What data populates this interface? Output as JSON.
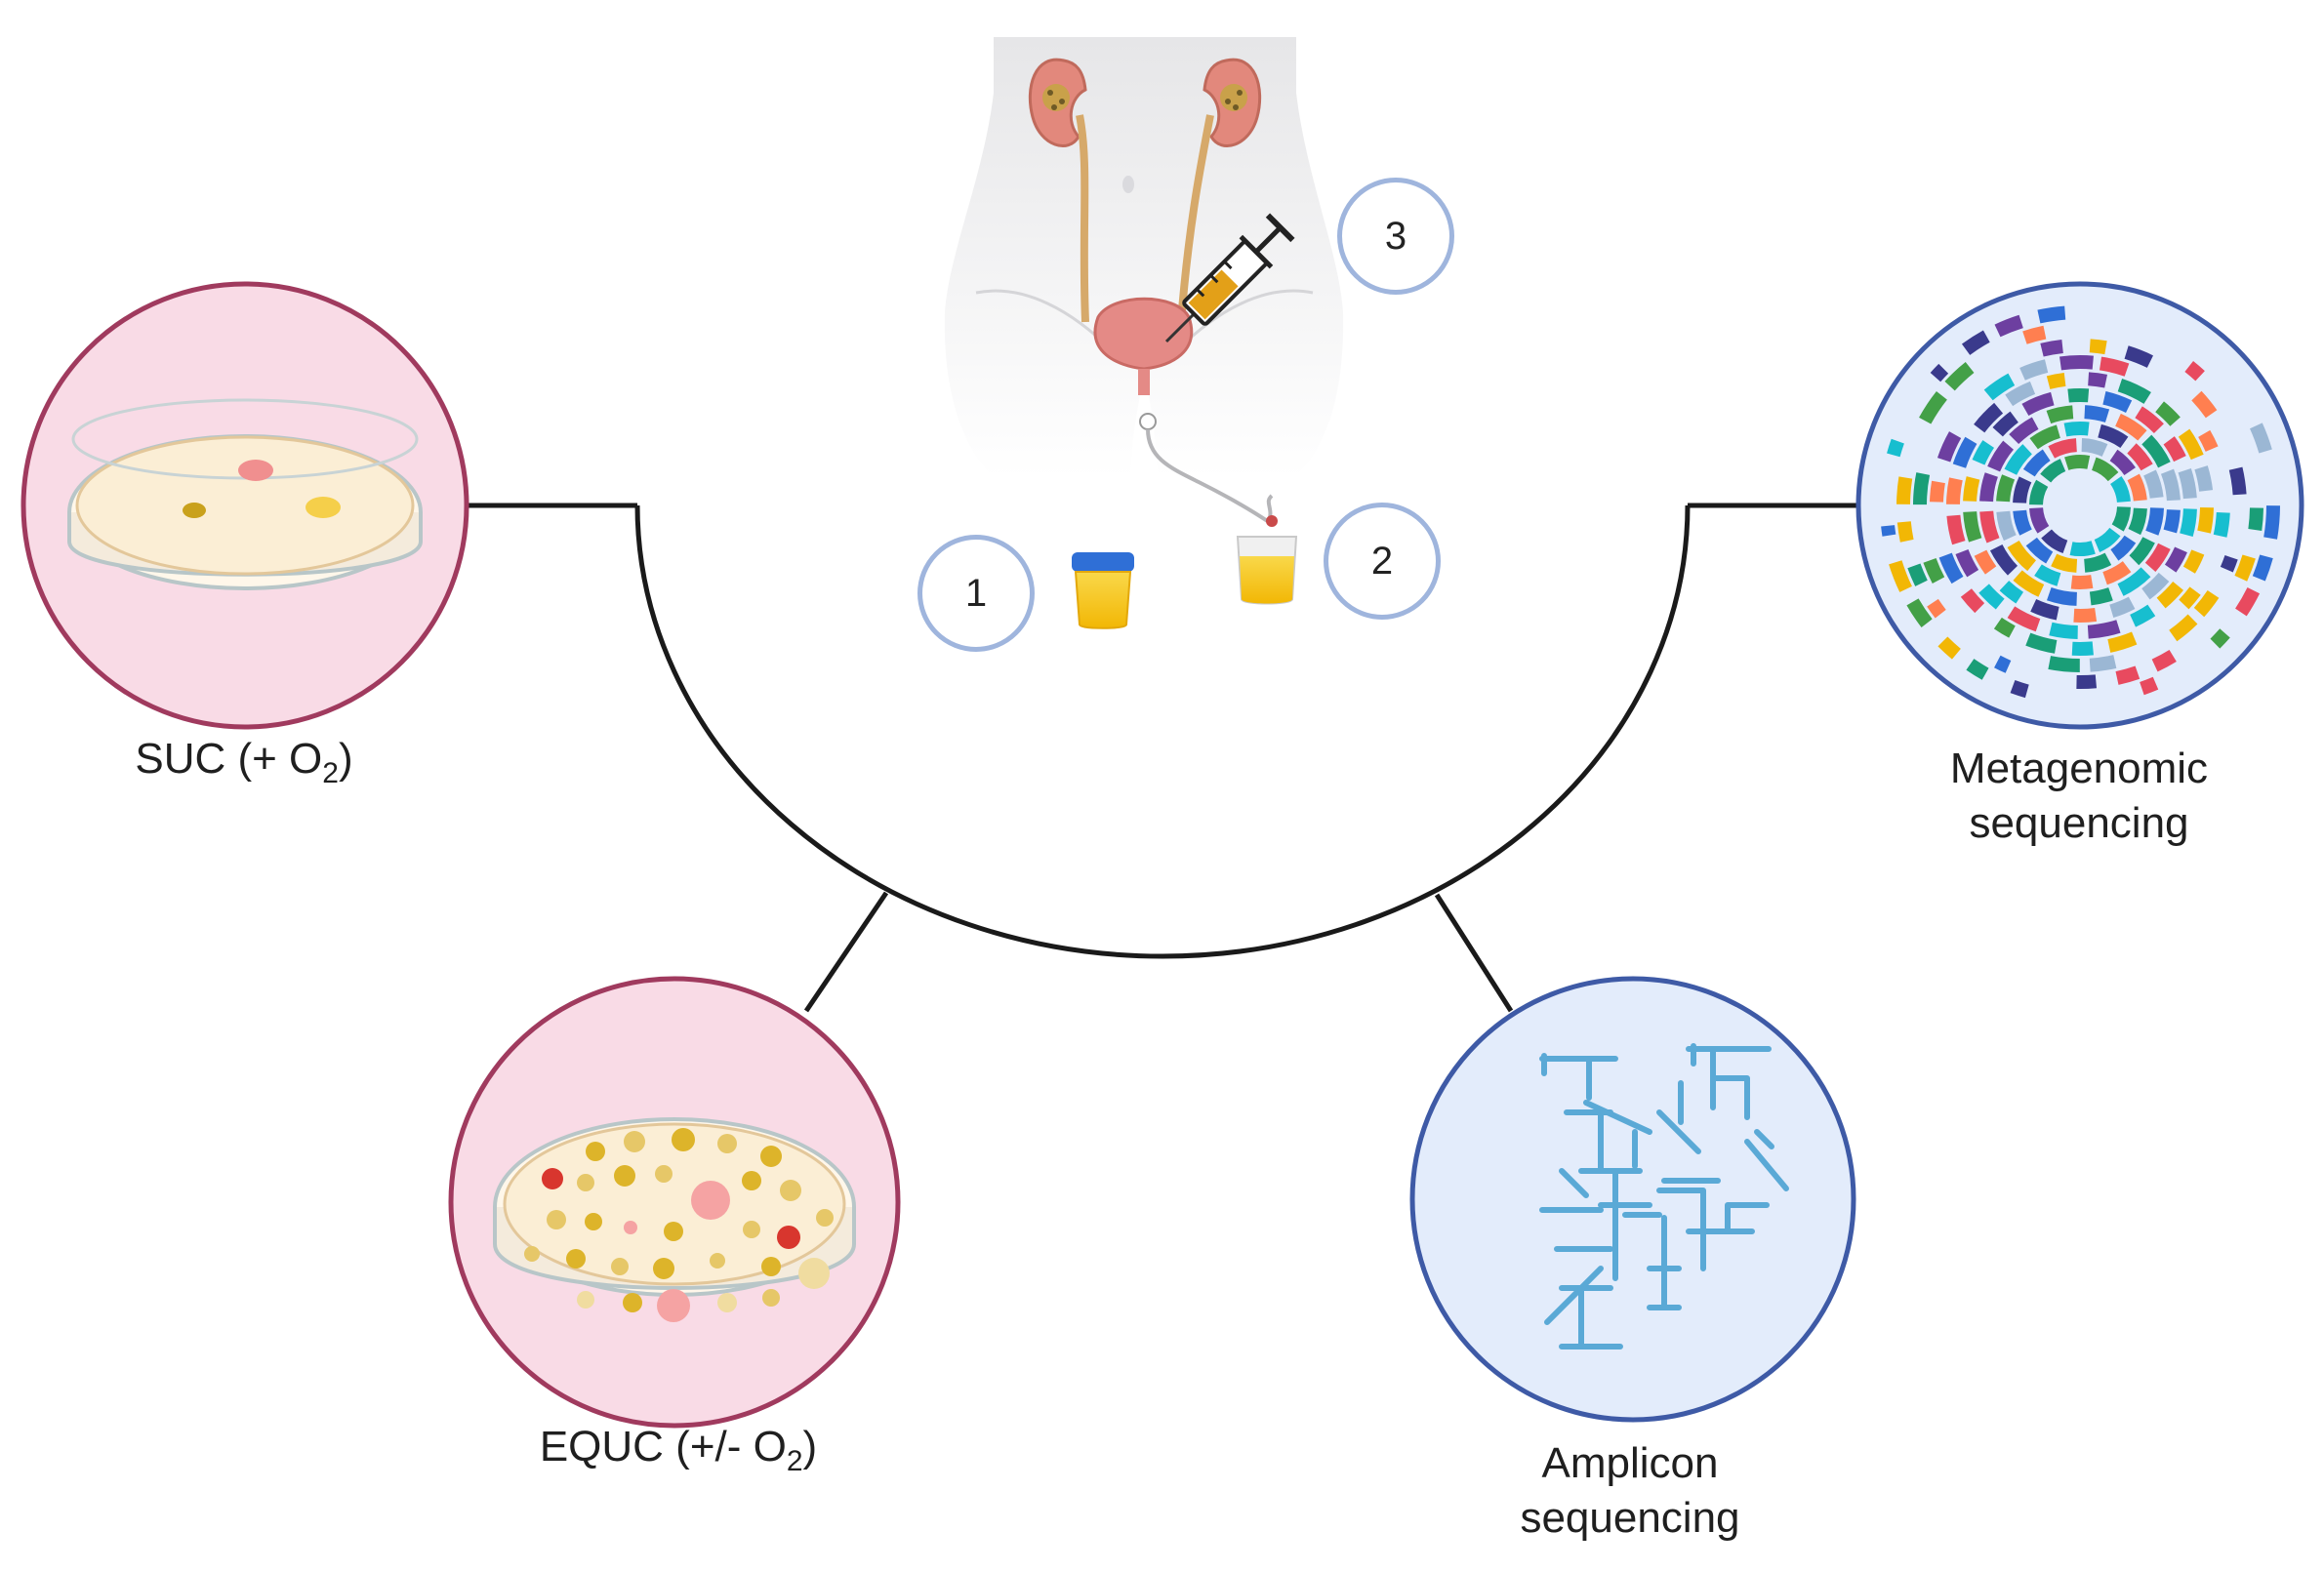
{
  "steps": [
    {
      "number": "1",
      "meaning": "urine-cup"
    },
    {
      "number": "2",
      "meaning": "catheter-cup"
    },
    {
      "number": "3",
      "meaning": "syringe"
    }
  ],
  "methods": {
    "suc": {
      "text": "SUC (+ O",
      "sub": "2",
      "tail": ")"
    },
    "equc": {
      "text": "EQUC (+/- O",
      "sub": "2",
      "tail": ")"
    },
    "metagenomic": {
      "line1": "Metagenomic",
      "line2": "sequencing"
    },
    "amplicon": {
      "line1": "Amplicon",
      "line2": "sequencing"
    }
  },
  "colors": {
    "culture_border": "#a03a5e",
    "culture_fill": "#f9dbe6",
    "sequencing_border": "#3e5aa6",
    "sequencing_fill": "#e3ecfb",
    "connector": "#1a1a1a",
    "urine": "#f5c21b",
    "step_ring": "#9fb5dd"
  },
  "icons": [
    "petri-dish-icon",
    "circular-genome-icon",
    "phylogenetic-tree-icon",
    "urinary-system-icon",
    "syringe-icon",
    "urine-cup-icon",
    "catheter-icon"
  ]
}
